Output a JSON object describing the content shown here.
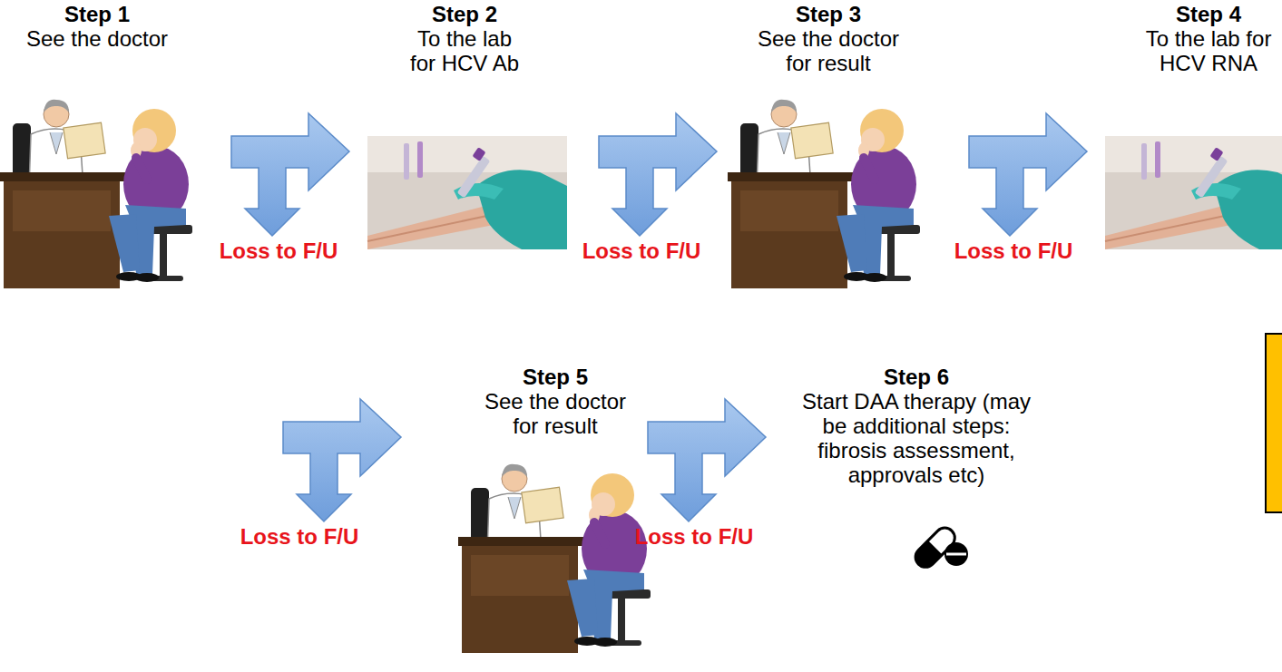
{
  "diagram": {
    "labels": [
      "Step 1",
      "See the doctor",
      "Step 2",
      "To the lab for HCV Ab",
      "Step 3",
      "See the doctor for result",
      "Step 4",
      "To the lab for HCV RNA",
      "Loss to F/U",
      "Loss to F/U",
      "Loss to F/U",
      "Step 5",
      "See the doctor for result",
      "Step 6",
      "Start DAA therapy (may be additional steps: fibrosis assessment, approvals etc)",
      "Loss to F/U",
      "Loss to F/U"
    ]
  }
}
